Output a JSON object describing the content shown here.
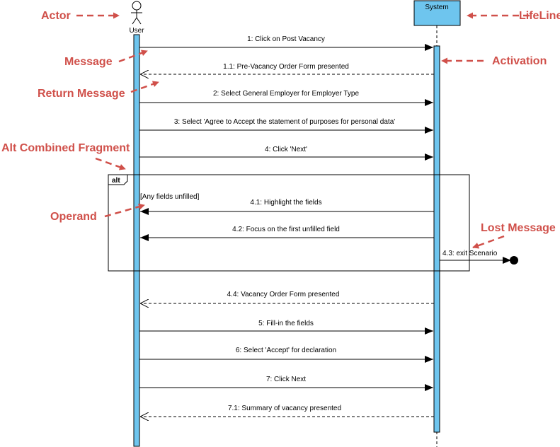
{
  "colors": {
    "activation_fill": "#6ec5ee",
    "callout": "#d0504a",
    "line": "#000000"
  },
  "actor": {
    "name": "User"
  },
  "lifeline": {
    "name": "System"
  },
  "messages": [
    {
      "label": "1: Click on Post Vacancy",
      "direction": "to_system",
      "style": "sync"
    },
    {
      "label": "1.1: Pre-Vacancy Order Form presented",
      "direction": "to_user",
      "style": "return"
    },
    {
      "label": "2: Select General Employer for Employer Type",
      "direction": "to_system",
      "style": "sync"
    },
    {
      "label": "3: Select 'Agree to Accept the statement of purposes for personal data'",
      "direction": "to_system",
      "style": "sync"
    },
    {
      "label": "4: Click 'Next'",
      "direction": "to_system",
      "style": "sync"
    },
    {
      "label": "4.1: Highlight the fields",
      "direction": "to_user",
      "style": "sync"
    },
    {
      "label": "4.2: Focus on the first unfilled field",
      "direction": "to_user",
      "style": "sync"
    },
    {
      "label": "4.3: exit Scenario",
      "direction": "lost",
      "style": "lost"
    },
    {
      "label": "4.4: Vacancy Order Form presented",
      "direction": "to_user",
      "style": "return"
    },
    {
      "label": "5: Fill-in the fields",
      "direction": "to_system",
      "style": "sync"
    },
    {
      "label": "6: Select 'Accept' for declaration",
      "direction": "to_system",
      "style": "sync"
    },
    {
      "label": "7: Click Next",
      "direction": "to_system",
      "style": "sync"
    },
    {
      "label": "7.1: Summary of vacancy presented",
      "direction": "to_user",
      "style": "return"
    }
  ],
  "fragment": {
    "operator": "alt",
    "guard": "[Any fields unfilled]"
  },
  "callouts": {
    "actor": "Actor",
    "lifeline": "LifeLine",
    "message": "Message",
    "activation": "Activation",
    "return_message": "Return Message",
    "alt_fragment": "Alt Combined Fragment",
    "operand": "Operand",
    "lost_message": "Lost Message"
  }
}
